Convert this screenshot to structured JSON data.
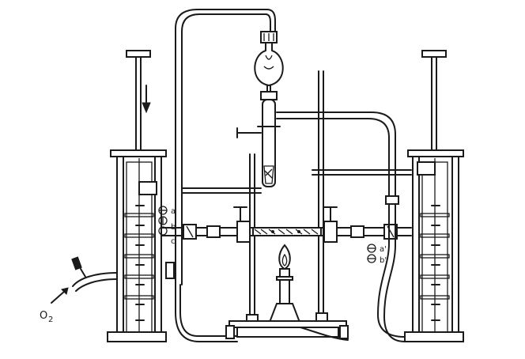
{
  "labels": {
    "a": "a",
    "b": "b",
    "c": "c",
    "a_prime": "a'",
    "b_prime": "b'",
    "o2": "O",
    "o2_sub": "2"
  },
  "colors": {
    "ink": "#1a1a1a",
    "paper": "#ffffff"
  }
}
